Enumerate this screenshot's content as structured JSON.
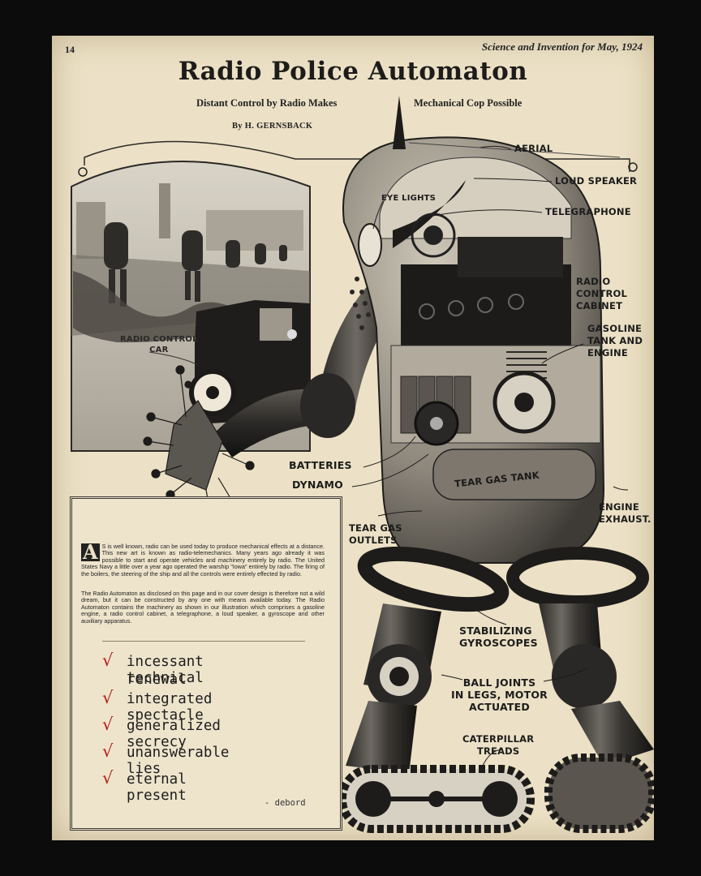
{
  "header": {
    "page_number": "14",
    "issue": "Science and Invention for May, 1924"
  },
  "article": {
    "title": "Radio Police Automaton",
    "subtitle_left": "Distant Control by Radio Makes",
    "subtitle_right": "Mechanical Cop Possible",
    "byline": "By H. GERNSBACK"
  },
  "labels": {
    "aerial": "AERIAL",
    "loud_speaker": "LOUD SPEAKER",
    "eye_lights": "EYE LIGHTS",
    "telegraphone": "TELEGRAPHONE",
    "radio_control_cabinet": [
      "RADIO",
      "CONTROL",
      "CABINET"
    ],
    "gasoline_tank": [
      "GASOLINE",
      "TANK AND",
      "ENGINE"
    ],
    "radio_control_car": [
      "RADIO CONTROL",
      "CAR"
    ],
    "batteries": "BATTERIES",
    "dynamo": "DYNAMO",
    "tear_gas_tank": "TEAR GAS TANK",
    "tear_gas_outlets": [
      "TEAR GAS",
      "OUTLETS"
    ],
    "engine_exhaust": [
      "ENGINE",
      "EXHAUST."
    ],
    "stabilizing_gyroscopes": [
      "STABILIZING",
      "GYROSCOPES"
    ],
    "ball_joints": [
      "BALL JOINTS",
      "IN LEGS, MOTOR",
      "ACTUATED"
    ],
    "caterpillar_treads": [
      "CATERPILLAR",
      "TREADS"
    ]
  },
  "body": {
    "dropcap": "A",
    "paragraph1": "S is well known, radio can be used today to produce mechanical effects at a distance. This new art is known as radio-telemechanics. Many years ago already it was possible to start and operate vehicles and machinery entirely by radio. The United States Navy a little over a year ago operated the warship \"Iowa\" entirely by radio. The firing of the boilers, the steering of the ship and all the controls were entirely effected by radio.",
    "paragraph2": "The Radio Automaton as disclosed on this page and in our cover design is therefore not a wild dream, but it can be constructed by any one with means available today. The Radio Automaton contains the machinery as shown in our illustration which comprises a gasoline engine, a radio control cabinet, a telegraphone, a loud speaker, a gyroscope and other auxiliary apparatus."
  },
  "checklist": {
    "tick": "√",
    "items": [
      [
        "incessant technical",
        "renewal"
      ],
      [
        "integrated spectacle"
      ],
      [
        "generalized secrecy"
      ],
      [
        "unanswerable lies"
      ],
      [
        "eternal present"
      ]
    ],
    "signature": "- debord"
  },
  "colors": {
    "paper": "#ece1c6",
    "ink": "#1e1c1a",
    "tick": "#b01c17",
    "frame": "#0d0c0c"
  }
}
